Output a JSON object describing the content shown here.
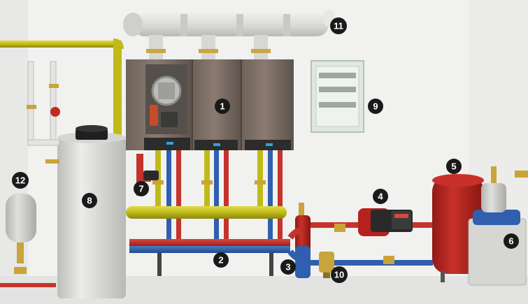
{
  "callouts": {
    "c1": "1",
    "c2": "2",
    "c3": "3",
    "c4": "4",
    "c5": "5",
    "c6": "6",
    "c7": "7",
    "c8": "8",
    "c9": "9",
    "c10": "10",
    "c11": "11",
    "c12": "12"
  },
  "colors": {
    "wall": "#f1f1f0",
    "floor": "#e3e3e2",
    "gas_pipe": "#c9c41c",
    "supply_pipe": "#c4342c",
    "return_pipe": "#2f5fae",
    "boiler_body": "#7d6f66",
    "flue": "#dadad7",
    "brass": "#c9a43a",
    "tank_red": "#b5221d",
    "vessel_gray": "#cfcfcc",
    "cabinet_green": "#dfe8e0",
    "callout_bg": "#1a1a1a"
  }
}
